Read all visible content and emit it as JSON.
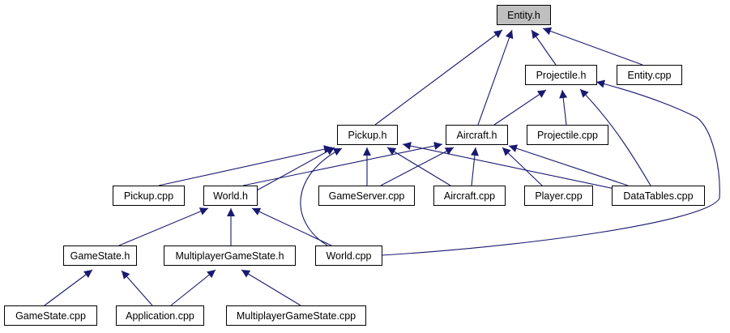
{
  "diagram": {
    "colors": {
      "edge": "#191970",
      "node_fill": "#ffffff",
      "highlight_fill": "#bfbfbf",
      "border": "#000000"
    },
    "highlight_node": "entity_h",
    "nodes": [
      {
        "id": "entity_h",
        "label": "Entity.h"
      },
      {
        "id": "projectile_h",
        "label": "Projectile.h"
      },
      {
        "id": "entity_cpp",
        "label": "Entity.cpp"
      },
      {
        "id": "pickup_h",
        "label": "Pickup.h"
      },
      {
        "id": "aircraft_h",
        "label": "Aircraft.h"
      },
      {
        "id": "projectile_cpp",
        "label": "Projectile.cpp"
      },
      {
        "id": "pickup_cpp",
        "label": "Pickup.cpp"
      },
      {
        "id": "world_h",
        "label": "World.h"
      },
      {
        "id": "gameserver_cpp",
        "label": "GameServer.cpp"
      },
      {
        "id": "aircraft_cpp",
        "label": "Aircraft.cpp"
      },
      {
        "id": "player_cpp",
        "label": "Player.cpp"
      },
      {
        "id": "datatables_cpp",
        "label": "DataTables.cpp"
      },
      {
        "id": "gamestate_h",
        "label": "GameState.h"
      },
      {
        "id": "multiplayergamestate_h",
        "label": "MultiplayerGameState.h"
      },
      {
        "id": "world_cpp",
        "label": "World.cpp"
      },
      {
        "id": "gamestate_cpp",
        "label": "GameState.cpp"
      },
      {
        "id": "application_cpp",
        "label": "Application.cpp"
      },
      {
        "id": "multiplayergamestate_cpp",
        "label": "MultiplayerGameState.cpp"
      }
    ],
    "edges": [
      {
        "from": "projectile_h",
        "to": "entity_h"
      },
      {
        "from": "entity_cpp",
        "to": "entity_h"
      },
      {
        "from": "pickup_h",
        "to": "entity_h"
      },
      {
        "from": "aircraft_h",
        "to": "entity_h"
      },
      {
        "from": "aircraft_h",
        "to": "projectile_h"
      },
      {
        "from": "projectile_cpp",
        "to": "projectile_h"
      },
      {
        "from": "datatables_cpp",
        "to": "projectile_h"
      },
      {
        "from": "world_cpp",
        "to": "projectile_h"
      },
      {
        "from": "pickup_cpp",
        "to": "pickup_h"
      },
      {
        "from": "world_h",
        "to": "pickup_h"
      },
      {
        "from": "gameserver_cpp",
        "to": "pickup_h"
      },
      {
        "from": "aircraft_cpp",
        "to": "pickup_h"
      },
      {
        "from": "datatables_cpp",
        "to": "pickup_h"
      },
      {
        "from": "world_cpp",
        "to": "pickup_h"
      },
      {
        "from": "world_h",
        "to": "aircraft_h"
      },
      {
        "from": "gameserver_cpp",
        "to": "aircraft_h"
      },
      {
        "from": "aircraft_cpp",
        "to": "aircraft_h"
      },
      {
        "from": "player_cpp",
        "to": "aircraft_h"
      },
      {
        "from": "datatables_cpp",
        "to": "aircraft_h"
      },
      {
        "from": "gamestate_h",
        "to": "world_h"
      },
      {
        "from": "multiplayergamestate_h",
        "to": "world_h"
      },
      {
        "from": "world_cpp",
        "to": "world_h"
      },
      {
        "from": "gamestate_cpp",
        "to": "gamestate_h"
      },
      {
        "from": "application_cpp",
        "to": "gamestate_h"
      },
      {
        "from": "application_cpp",
        "to": "multiplayergamestate_h"
      },
      {
        "from": "multiplayergamestate_cpp",
        "to": "multiplayergamestate_h"
      }
    ]
  }
}
